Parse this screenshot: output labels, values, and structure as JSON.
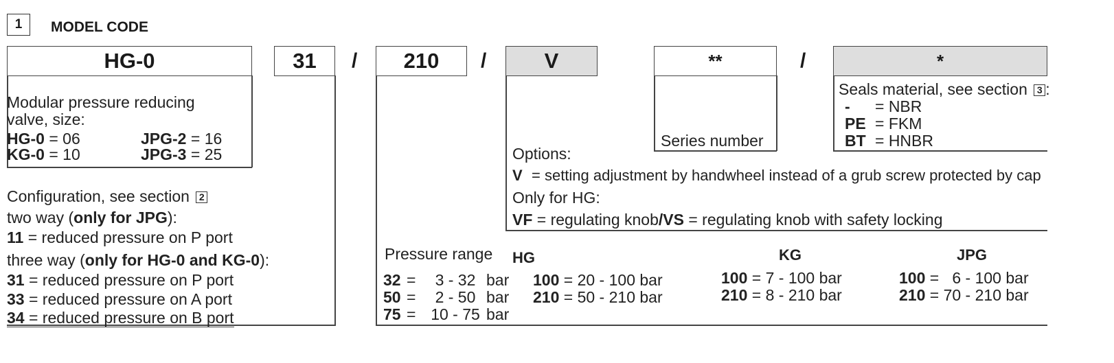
{
  "section": {
    "number": "1",
    "title": "MODEL CODE"
  },
  "separator": "/",
  "boxes": {
    "model": "HG-0",
    "config": "31",
    "pressure": "210",
    "options": "V",
    "series": "**",
    "seals": "*"
  },
  "model": {
    "desc1": "Modular pressure reducing",
    "desc2": "valve, size:",
    "sizes": [
      {
        "code": "HG-0",
        "value": "= 06"
      },
      {
        "code": "JPG-2",
        "value": "= 16"
      },
      {
        "code": "KG-0",
        "value": "= 10"
      },
      {
        "code": "JPG-3",
        "value": "= 25"
      }
    ]
  },
  "config": {
    "title": "Configuration, see section",
    "section_ref": "2",
    "two_way_pre": "two way (",
    "two_way_bold": "only for JPG",
    "two_way_post": "):",
    "two_way_items": [
      {
        "code": "11",
        "text": "= reduced pressure on P port"
      }
    ],
    "three_way_pre": "three way (",
    "three_way_bold": "only for HG-0 and KG-0",
    "three_way_post": "):",
    "three_way_items": [
      {
        "code": "31",
        "text": "= reduced pressure on P port"
      },
      {
        "code": "33",
        "text": "= reduced pressure on A port"
      },
      {
        "code": "34",
        "text": "= reduced pressure on B port"
      }
    ]
  },
  "pressure": {
    "title": "Pressure range",
    "hg_label": "HG",
    "kg_label": "KG",
    "jpg_label": "JPG",
    "hg_low": [
      {
        "code": "32",
        "eq": "=",
        "range": "3 - 32",
        "unit": "bar"
      },
      {
        "code": "50",
        "eq": "=",
        "range": "2 - 50",
        "unit": "bar"
      },
      {
        "code": "75",
        "eq": "=",
        "range": "10 - 75",
        "unit": "bar"
      }
    ],
    "hg_high": [
      {
        "code": "100",
        "text": "= 20 - 100 bar"
      },
      {
        "code": "210",
        "text": "= 50 - 210 bar"
      }
    ],
    "kg": [
      {
        "code": "100",
        "text": "= 7 - 100 bar"
      },
      {
        "code": "210",
        "text": "= 8 - 210 bar"
      }
    ],
    "jpg": [
      {
        "code": "100",
        "text": "=   6 - 100 bar"
      },
      {
        "code": "210",
        "text": "= 70 - 210 bar"
      }
    ]
  },
  "options": {
    "title": "Options:",
    "v_code": "V",
    "v_text": "= setting adjustment by handwheel instead of a grub screw protected by cap",
    "only_hg": "Only for HG:",
    "vf_code": "VF",
    "vf_text": "= regulating knob",
    "vs_code": "/VS",
    "vs_text": "= regulating knob with safety locking"
  },
  "series": {
    "label": "Series number"
  },
  "seals": {
    "title": "Seals material, see section",
    "section_ref": "3",
    "items": [
      {
        "code": "-",
        "text": "= NBR"
      },
      {
        "code": "PE",
        "text": "= FKM"
      },
      {
        "code": "BT",
        "text": "= HNBR"
      }
    ]
  }
}
